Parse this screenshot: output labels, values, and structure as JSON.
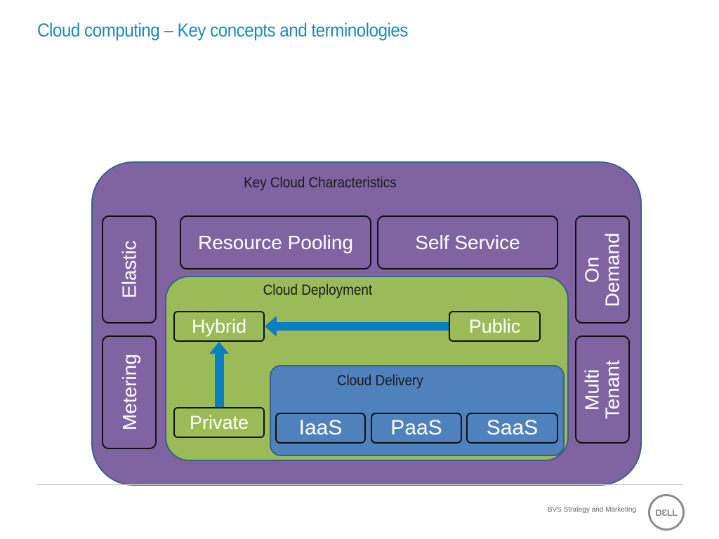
{
  "slide": {
    "title": "Cloud computing – Key concepts and terminologies"
  },
  "characteristics": {
    "heading": "Key Cloud Characteristics",
    "items": {
      "resource_pooling": "Resource Pooling",
      "self_service": "Self Service",
      "elastic": "Elastic",
      "metering": "Metering",
      "on_demand_line1": "On",
      "on_demand_line2": "Demand",
      "multi_tenant_line1": "Multi",
      "multi_tenant_line2": "Tenant"
    }
  },
  "deployment": {
    "heading": "Cloud Deployment",
    "models": {
      "hybrid": "Hybrid",
      "public": "Public",
      "private": "Private"
    },
    "arrows": [
      {
        "from": "Public",
        "to": "Hybrid"
      },
      {
        "from": "Private",
        "to": "Hybrid"
      }
    ]
  },
  "delivery": {
    "heading": "Cloud Delivery",
    "models": {
      "iaas": "IaaS",
      "paas": "PaaS",
      "saas": "SaaS"
    }
  },
  "colors": {
    "title": "#1f8ab8",
    "characteristics_fill": "#8064a2",
    "deployment_fill": "#9bbb59",
    "delivery_fill": "#4f81bd",
    "arrow": "#0a7fc0"
  },
  "footer": {
    "text": "BVS Strategy and Marketing",
    "logo_text": "DƐLL"
  }
}
